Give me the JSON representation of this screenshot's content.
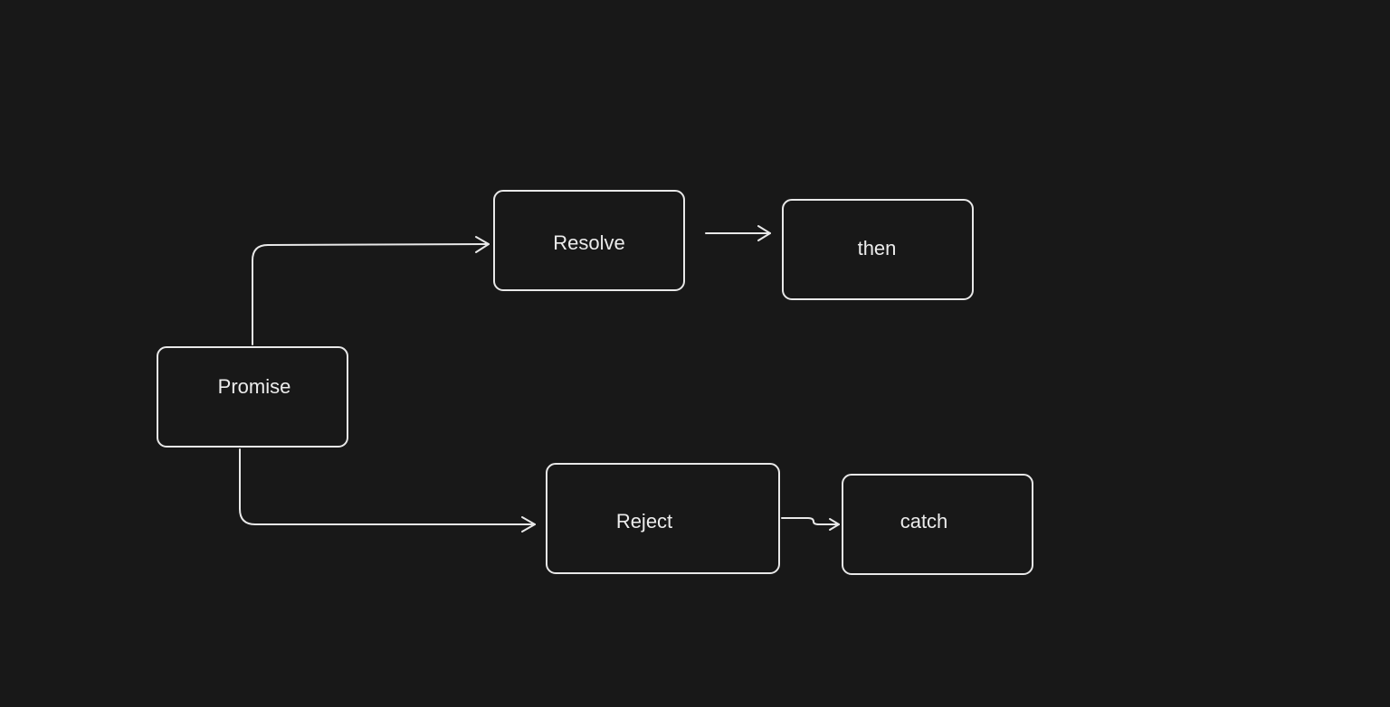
{
  "diagram": {
    "background": "#181818",
    "stroke_color": "#e8e8e8",
    "text_color": "#ececec",
    "nodes": {
      "promise": {
        "label": "Promise"
      },
      "resolve": {
        "label": "Resolve"
      },
      "then": {
        "label": "then"
      },
      "reject": {
        "label": "Reject"
      },
      "catch": {
        "label": "catch"
      }
    },
    "edges": [
      {
        "from": "promise",
        "to": "resolve"
      },
      {
        "from": "resolve",
        "to": "then"
      },
      {
        "from": "promise",
        "to": "reject"
      },
      {
        "from": "reject",
        "to": "catch"
      }
    ]
  }
}
